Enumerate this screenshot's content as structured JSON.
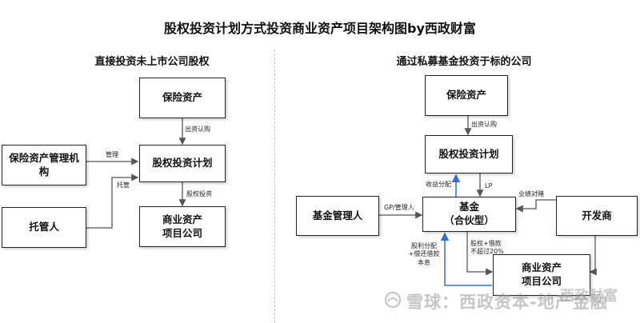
{
  "title": "股权投资计划方式投资商业资产项目架构图by西政财富",
  "left": {
    "heading": "直接投资未上市公司股权",
    "boxes": {
      "insurer": "保险资产",
      "plan": "股权投资计划",
      "manager": "保险资产管理机构",
      "custodian": "托管人",
      "company": "商业资产项目公司"
    },
    "labels": {
      "subscribe": "出资认购",
      "manage": "管理",
      "custody": "托管",
      "equity_invest": "股权投资"
    }
  },
  "right": {
    "heading": "通过私募基金投资于标的公司",
    "boxes": {
      "insurer": "保险资产",
      "plan": "股权投资计划",
      "fund_manager": "基金管理人",
      "fund_line1": "基金",
      "fund_line2": "（合伙型）",
      "developer": "开发商",
      "company": "商业资产项目公司"
    },
    "labels": {
      "subscribe": "出资认购",
      "income_dist": "收益分配",
      "lp": "LP",
      "gp_manager": "GP/管理人",
      "performance": "业绩对赌",
      "dividend": "股利分配+偿还借款本息",
      "equity_loan": "股权+借款不超过20%"
    }
  },
  "watermark": {
    "text": "雪球：西政资本-地产金融",
    "brand": "西政财富"
  },
  "colors": {
    "arrow": "#555555",
    "blue_arrow": "#2f6fd6",
    "box_border": "#222222"
  }
}
